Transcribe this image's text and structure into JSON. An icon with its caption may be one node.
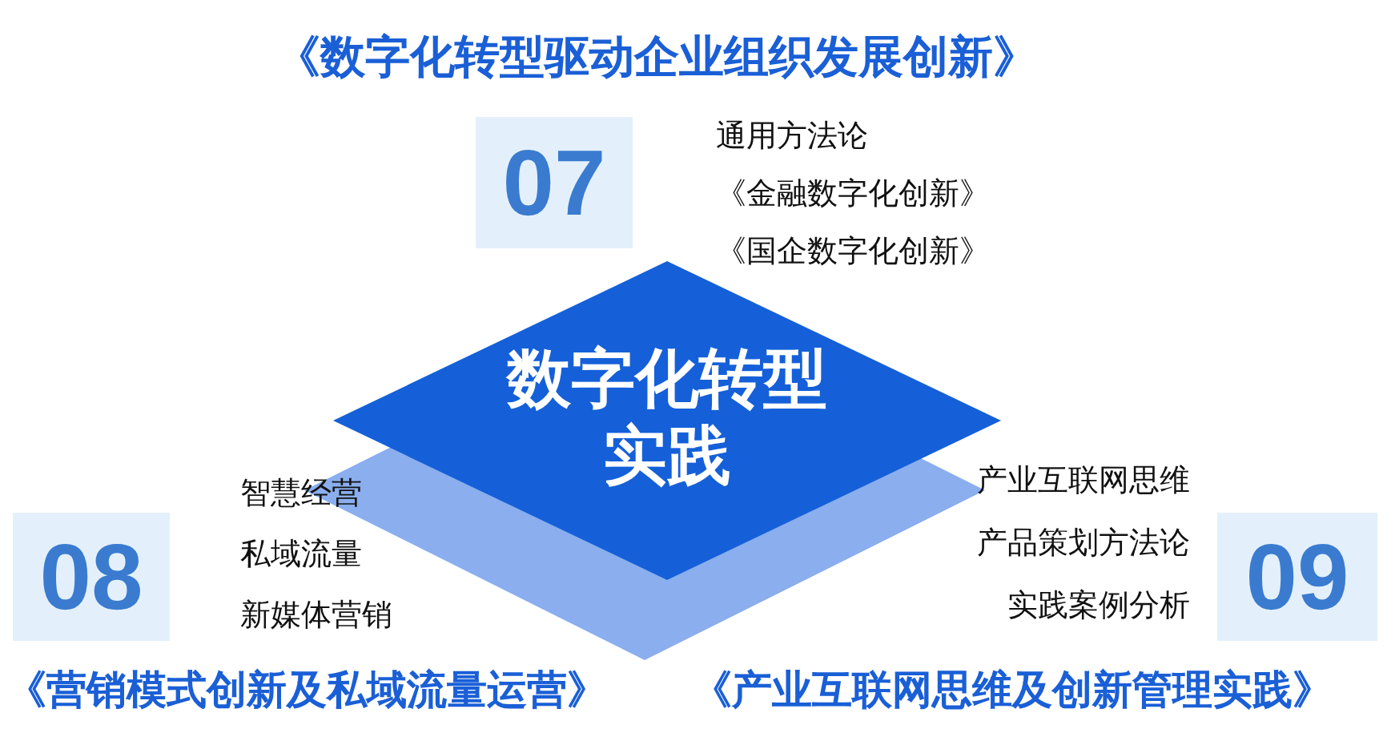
{
  "diagram": {
    "title": "《数字化转型驱动企业组织发展创新》",
    "nodes": [
      {
        "text": [],
        "shape": "diamond"
      },
      {
        "text": [
          "数字化转型实践"
        ]
      },
      {
        "text": [
          "07"
        ]
      },
      {
        "text": [
          "08"
        ]
      },
      {
        "text": [
          "09"
        ]
      }
    ],
    "labels": [
      "通用方法论",
      "《金融数字化创新》",
      "《国企数字化创新》",
      "智慧经营",
      "产业互联网思维",
      "私域流量",
      "产品策划方法论",
      "新媒体营销",
      "实践案例分析",
      "《营销模式创新及私域流量运营》",
      "《产业互联网思维及创新管理实践》"
    ]
  }
}
